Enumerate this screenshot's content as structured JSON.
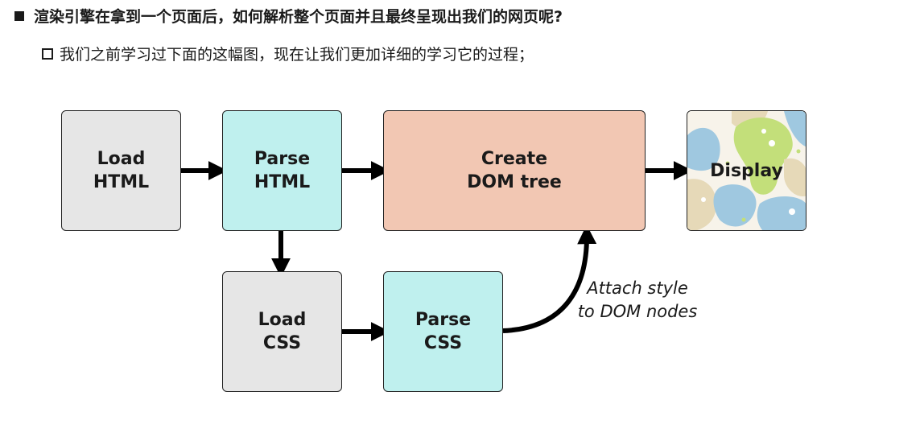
{
  "heading": "渲染引擎在拿到一个页面后，如何解析整个页面并且最终呈现出我们的网页呢?",
  "subline": "我们之前学习过下面的这幅图，现在让我们更加详细的学习它的过程；",
  "diagram": {
    "load_html": "Load\nHTML",
    "parse_html": "Parse\nHTML",
    "create_dom": "Create\nDOM tree",
    "display": "Display",
    "load_css": "Load\nCSS",
    "parse_css": "Parse\nCSS",
    "attach_label": "Attach style\nto DOM nodes"
  },
  "colors": {
    "gray_box": "#e6e6e6",
    "cyan_box": "#bff0ee",
    "peach_box": "#f2c7b3",
    "arrow": "#000000"
  }
}
